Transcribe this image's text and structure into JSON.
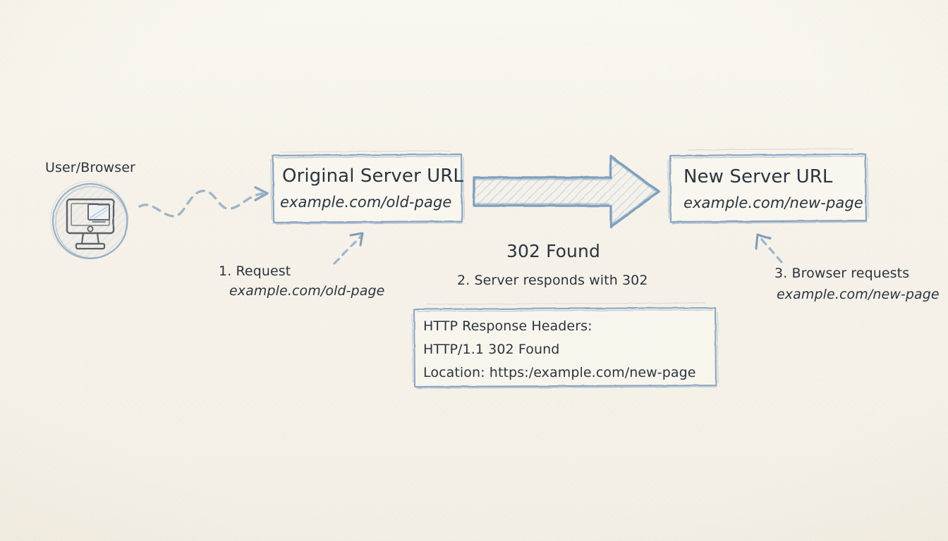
{
  "diagram": {
    "title_semantic": "http-302-redirect-flow",
    "background_color": "#f6f2e9",
    "ink_color": "#2b3440",
    "sketch_stroke_color": "#8aa6c0",
    "icon_stroke_color": "#5d6168"
  },
  "actor": {
    "label": "User/Browser",
    "icon": "monitor-icon"
  },
  "nodes": [
    {
      "id": "original-server",
      "title": "Original Server URL",
      "url": "example.com/old-page"
    },
    {
      "id": "new-server",
      "title": "New Server URL",
      "url": "example.com/new-page"
    }
  ],
  "arrow": {
    "status_label": "302 Found"
  },
  "steps": [
    {
      "id": "step-1",
      "line1": "1. Request",
      "line2": "example.com/old-page"
    },
    {
      "id": "step-2",
      "line1": "2. Server responds with 302",
      "line2": ""
    },
    {
      "id": "step-3",
      "line1": "3. Browser requests",
      "line2": "example.com/new-page"
    }
  ],
  "headers_box": {
    "line1": "HTTP Response Headers:",
    "line2": "HTTP/1.1 302 Found",
    "line3": "Location: https:/example.com/new-page"
  }
}
